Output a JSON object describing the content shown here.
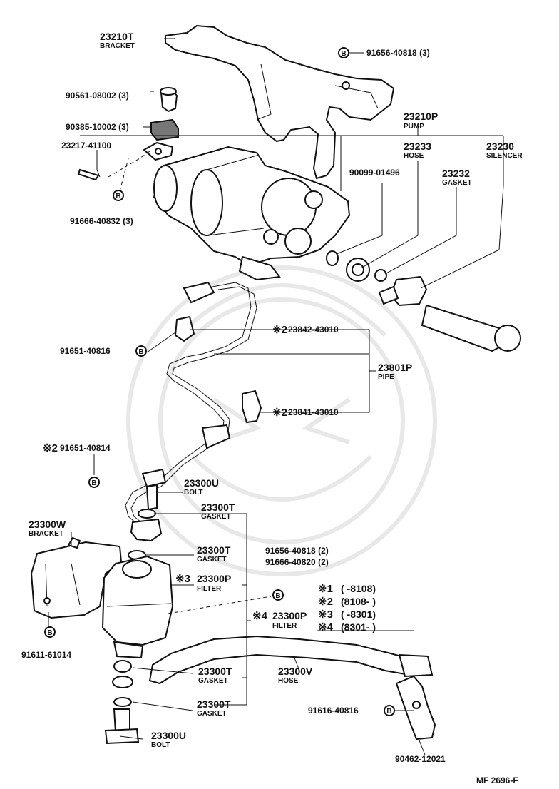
{
  "parts": {
    "bracket_top": {
      "number": "23210T",
      "name": "BRACKET"
    },
    "screw_91656_top": {
      "number": "91656-40818 (3)"
    },
    "bolt_90561": {
      "number": "90561-08002 (3)"
    },
    "cushion_90385": {
      "number": "90385-10002 (3)"
    },
    "pump": {
      "number": "23210P",
      "name": "PUMP"
    },
    "screw_23217": {
      "number": "23217-41100"
    },
    "hose_23233": {
      "number": "23233",
      "name": "HOSE"
    },
    "silencer": {
      "number": "23230",
      "name": "SILENCER"
    },
    "clip_90099": {
      "number": "90099-01496"
    },
    "gasket_23232": {
      "number": "23232",
      "name": "GASKET"
    },
    "screw_91666": {
      "number": "91666-40832 (3)"
    },
    "clamp_23842": {
      "mark": "※2",
      "number": "23842-43010"
    },
    "screw_91651_a": {
      "number": "91651-40816"
    },
    "pipe": {
      "number": "23801P",
      "name": "PIPE"
    },
    "clamp_23841": {
      "mark": "※2",
      "number": "23841-43010"
    },
    "screw_91651_b": {
      "mark": "※2",
      "number": "91651-40814"
    },
    "bolt_upper": {
      "number": "23300U",
      "name": "BOLT"
    },
    "gasket_1": {
      "number": "23300T",
      "name": "GASKET"
    },
    "bracket_filter": {
      "number": "23300W",
      "name": "BRACKET"
    },
    "gasket_2": {
      "number": "23300T",
      "name": "GASKET"
    },
    "screw_91656_mid": {
      "number": "91656-40818 (2)"
    },
    "screw_91666_mid": {
      "number": "91666-40820 (2)"
    },
    "filter_3": {
      "mark": "※3",
      "number": "23300P",
      "name": "FILTER"
    },
    "filter_4": {
      "mark": "※4",
      "number": "23300P",
      "name": "FILTER"
    },
    "screw_91611": {
      "number": "91611-61014"
    },
    "gasket_3": {
      "number": "23300T",
      "name": "GASKET"
    },
    "hose_23300v": {
      "number": "23300V",
      "name": "HOSE"
    },
    "gasket_4": {
      "number": "23300T",
      "name": "GASKET"
    },
    "screw_91616": {
      "number": "91616-40816"
    },
    "bolt_lower": {
      "number": "23300U",
      "name": "BOLT"
    },
    "clamp_90462": {
      "number": "90462-12021"
    }
  },
  "legend": [
    {
      "mark": "※1",
      "range": "(        -8108)"
    },
    {
      "mark": "※2",
      "range": "(8108-         )"
    },
    {
      "mark": "※3",
      "range": "(        -8301)"
    },
    {
      "mark": "※4",
      "range": "(8301-         )"
    }
  ],
  "bolt_marker": "B",
  "drawing_code": "MF  2696-F"
}
